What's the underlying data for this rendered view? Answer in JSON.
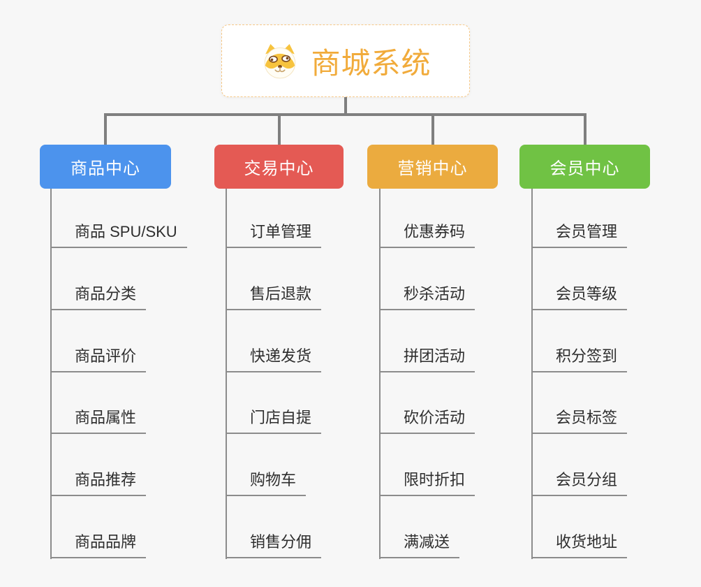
{
  "root": {
    "title": "商城系统",
    "icon": "shiba-dog-icon"
  },
  "branches": [
    {
      "label": "商品中心",
      "color": "#4C93ED",
      "children": [
        "商品 SPU/SKU",
        "商品分类",
        "商品评价",
        "商品属性",
        "商品推荐",
        "商品品牌"
      ]
    },
    {
      "label": "交易中心",
      "color": "#E45A54",
      "children": [
        "订单管理",
        "售后退款",
        "快递发货",
        "门店自提",
        "购物车",
        "销售分佣"
      ]
    },
    {
      "label": "营销中心",
      "color": "#EBAB3F",
      "children": [
        "优惠券码",
        "秒杀活动",
        "拼团活动",
        "砍价活动",
        "限时折扣",
        "满减送"
      ]
    },
    {
      "label": "会员中心",
      "color": "#70C244",
      "children": [
        "会员管理",
        "会员等级",
        "积分签到",
        "会员标签",
        "会员分组",
        "收货地址"
      ]
    }
  ],
  "colors": {
    "background": "#F7F7F7",
    "connector": "#7F7F7F",
    "leaf_line": "#8C8C8C",
    "root_border": "#F6C887",
    "root_text": "#F1AB3B",
    "leaf_text": "#2E2E2E"
  }
}
